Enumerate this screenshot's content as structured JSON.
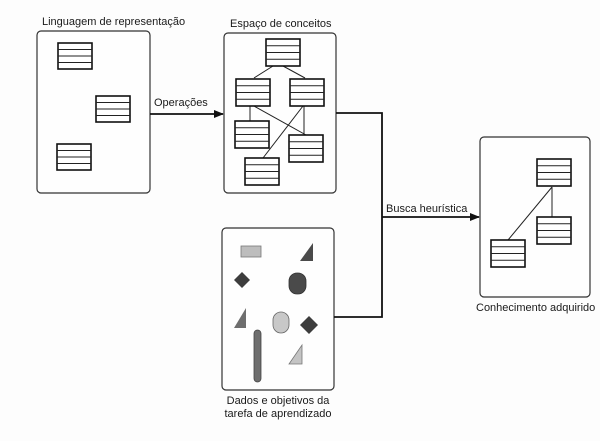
{
  "diagram": {
    "panels": [
      {
        "id": "representation_language",
        "label": "Linguagem de representação",
        "records": 3
      },
      {
        "id": "concept_space",
        "label": "Espaço de conceitos",
        "records": 6
      },
      {
        "id": "training_data",
        "label_lines": [
          "Dados e objetivos da",
          "tarefa de aprendizado"
        ],
        "shapes": [
          "rectangle",
          "triangle",
          "diamond",
          "oval",
          "triangle",
          "oval",
          "diamond",
          "bar",
          "triangle"
        ]
      },
      {
        "id": "acquired_knowledge",
        "label": "Conhecimento adquirido",
        "records": 3
      }
    ],
    "arrows": {
      "operations": "Operações",
      "heuristic_search": "Busca heurística"
    },
    "colors": {
      "dark_shape": "#3d3d3d",
      "mid_shape": "#6e6e6e",
      "light_shape": "#bdbdbd"
    }
  }
}
